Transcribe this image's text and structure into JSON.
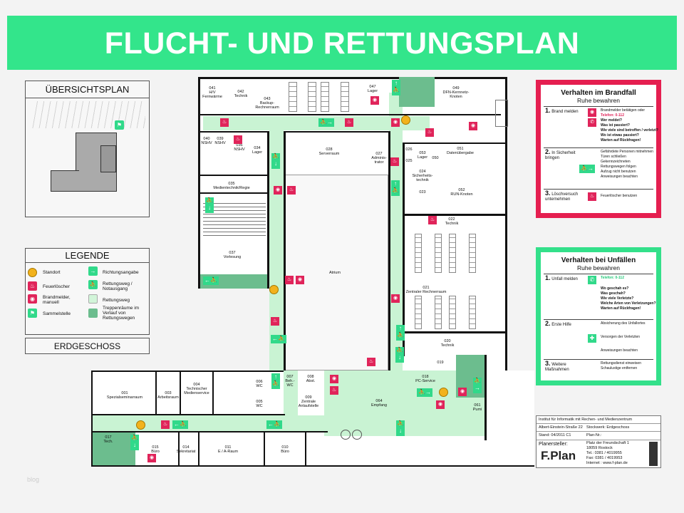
{
  "title": "FLUCHT- UND RETTUNGSPLAN",
  "overview": {
    "heading": "ÜBERSICHTSPLAN"
  },
  "legend": {
    "heading": "LEGENDE",
    "items": [
      "Standort",
      "Feuerlöscher",
      "Brandmelder, manuell",
      "Sammelstelle",
      "Richtungsangabe",
      "Rettungsweg / Notausgang",
      "Rettungsweg",
      "Treppenräume im Verlauf von Rettungswegen"
    ]
  },
  "floor": "ERDGESCHOSS",
  "rooms": [
    "041\nH/V\nFernwärme",
    "042\nTechnik",
    "043\nBackup-\nRechnerraum",
    "047\nLager",
    "049\nDFN-Kernnetz-\nKnoten",
    "040\nNSHV",
    "039\nNSHV",
    "036\nNSHV",
    "034\nLager",
    "028\nServerraum",
    "027\nAdminis-\ntrator",
    "026",
    "025",
    "053\nLager",
    "050",
    "051\nDatenübergabe",
    "024\nSicherheits-\ntechnik",
    "023",
    "052\nRUN-Knoten",
    "035\nMedientechnik/Regie",
    "037\nVorlesung",
    "Atrium",
    "022\nTechnik",
    "021\nZentraler Rechnerraum",
    "020\nTechnik",
    "019",
    "018\nPC-Service",
    "061\nPumi",
    "064\nEmpfang",
    "001\nSpezialseminarraum",
    "003\nArbeitsraum",
    "004\nTechnischer\nMedienservice",
    "006\nWC",
    "005\nWC",
    "007\nBeh.-\nWC",
    "008\nAbst.",
    "009\nZentrale\nAnlaufstelle",
    "017\nTech.",
    "015\nBüro",
    "014\nSekretariat",
    "011\nE / A-Raum",
    "010\nBüro"
  ],
  "brandfall": {
    "heading": "Verhalten im Brandfall",
    "sub": "Ruhe bewahren",
    "s1": {
      "num": "1.",
      "label": "Brand melden",
      "lines": [
        "Brandmelder betätigen oder",
        "Telefon: 0-112",
        "Wer meldet?",
        "Was ist passiert?",
        "Wie viele sind betroffen / verletzt?",
        "Wo ist etwas passiert?",
        "Warten auf Rückfragen!"
      ]
    },
    "s2": {
      "num": "2.",
      "label": "In Sicherheit bringen",
      "lines": [
        "Gefährdete Personen mitnehmen",
        "Türen schließen",
        "Gekennzeichneten Rettungswegen folgen",
        "Aufzug nicht benutzen",
        "Anweisungen beachten"
      ]
    },
    "s3": {
      "num": "3.",
      "label": "Löschversuch unternehmen",
      "lines": [
        "Feuerlöscher benutzen"
      ]
    }
  },
  "unfaelle": {
    "heading": "Verhalten bei Unfällen",
    "sub": "Ruhe bewahren",
    "s1": {
      "num": "1.",
      "label": "Unfall melden",
      "lines": [
        "Telefon: 0-112",
        "Wo geschah es?",
        "Was geschah?",
        "Wie viele Verletzte?",
        "Welche Arten von Verletzungen?",
        "Warten auf Rückfragen!"
      ]
    },
    "s2": {
      "num": "2.",
      "label": "Erste Hilfe",
      "lines": [
        "Absicherung des Unfallortes",
        "Versorgen der Verletzten",
        "Anweisungen beachten"
      ]
    },
    "s3": {
      "num": "3.",
      "label": "Weitere Maßnahmen",
      "lines": [
        "Rettungsdienst einweisen",
        "Schaulustige entfernen"
      ]
    }
  },
  "titleblock": {
    "institute": "Institut für Informatik mit Rechen- und Medienzentrum",
    "address": "Albert-Einstein-Straße 22",
    "floor": "Stockwerk:  Erdgeschoss",
    "date": "Stand: 04/2011 C1",
    "plan_no": "Plan-Nr.:",
    "creator": "Planersteller:",
    "logo": "F.Plan",
    "contact": [
      "Platz der Freundschaft 1",
      "18059 Rostock",
      "Tel.: 0381 / 4019955",
      "Fax: 0381 / 4019953",
      "Internet : www.f-plan.de"
    ]
  },
  "watermark": "blog"
}
